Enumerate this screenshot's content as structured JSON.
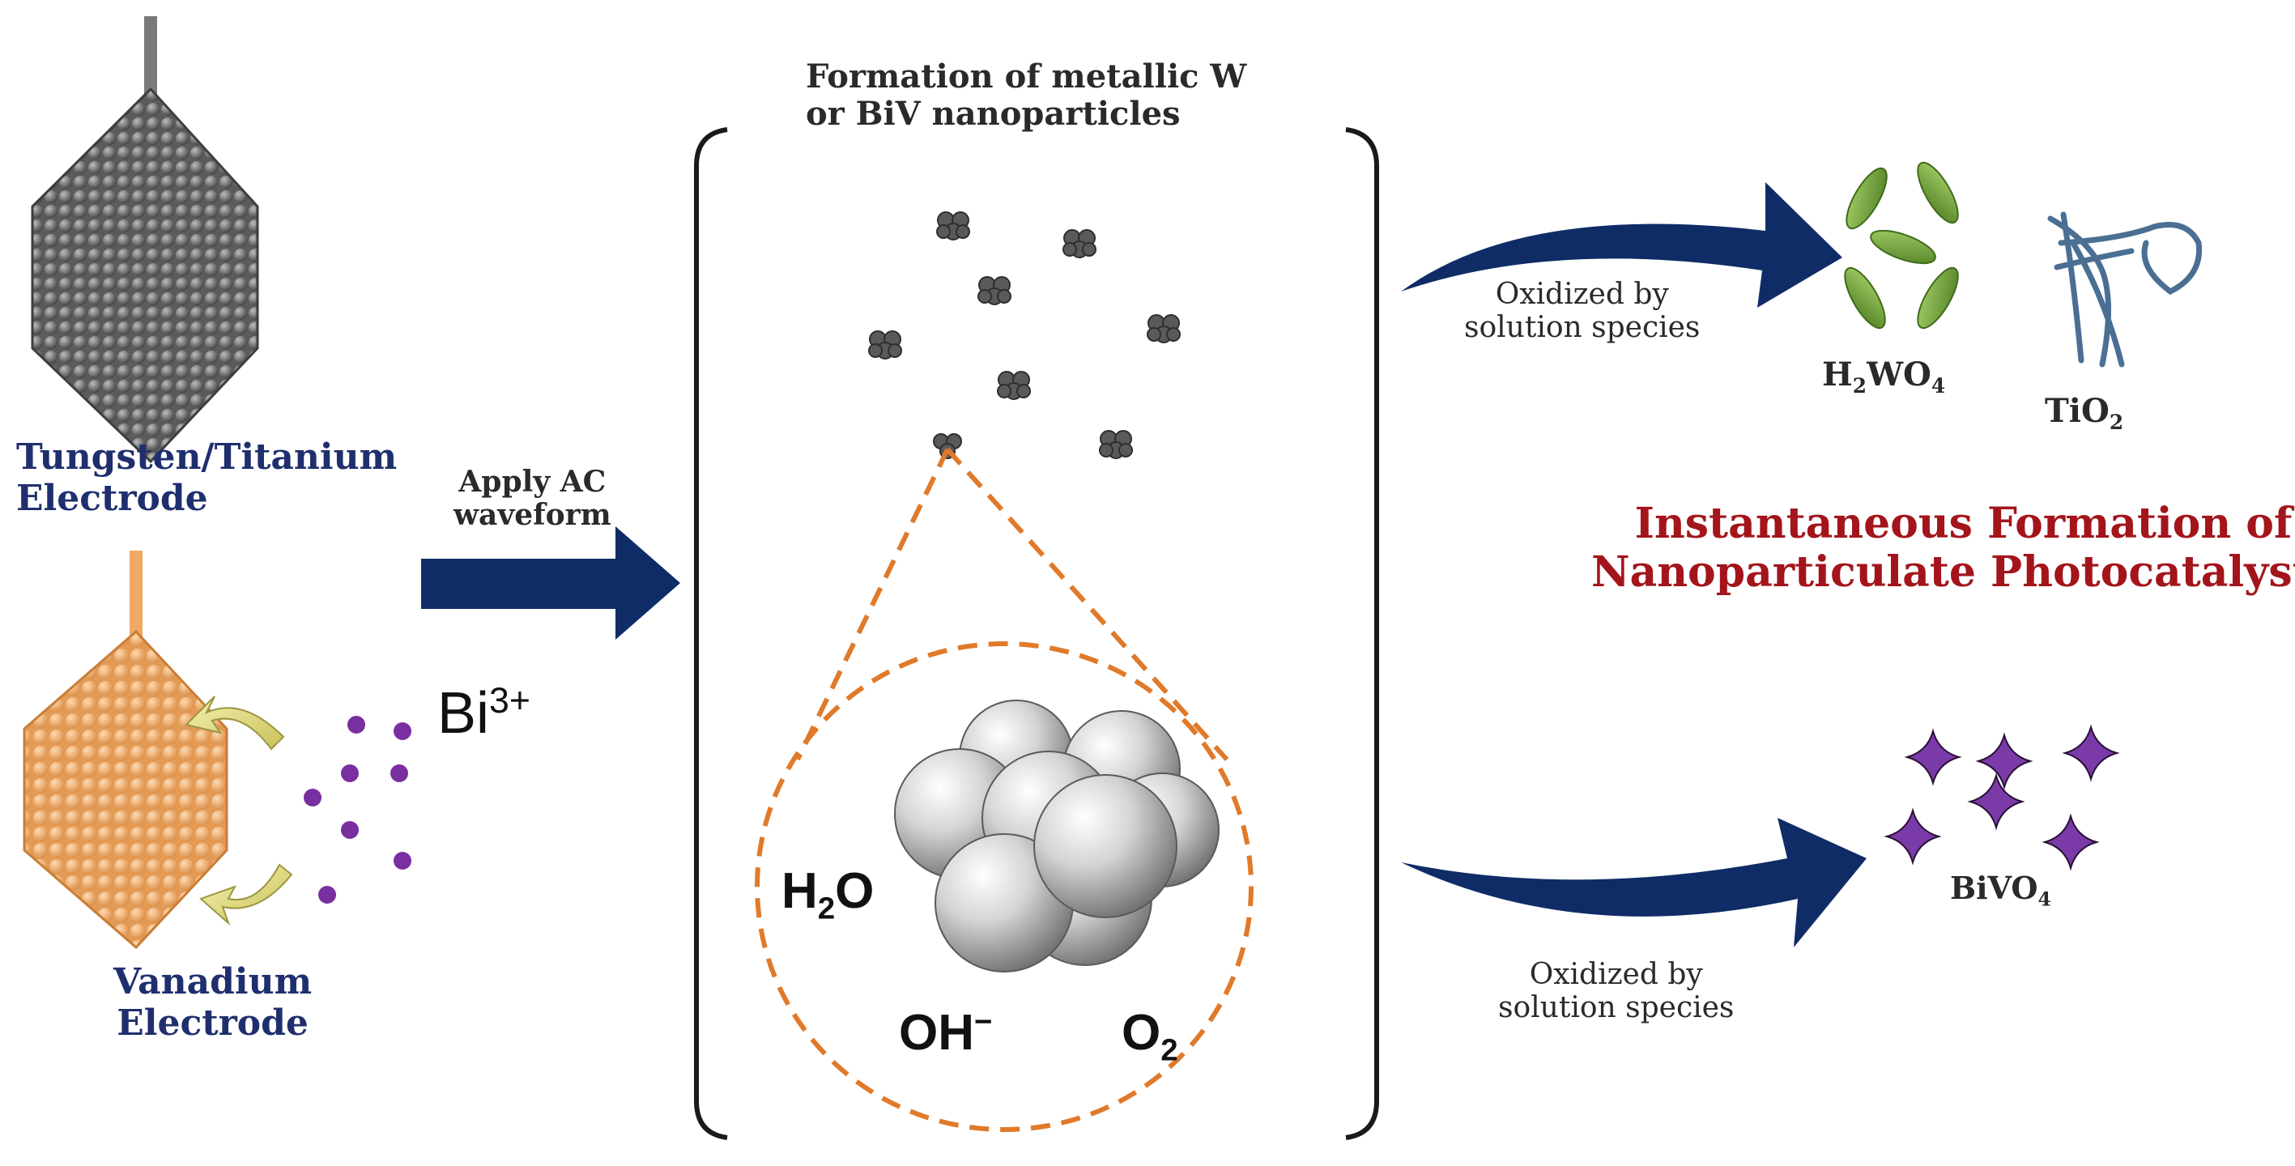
{
  "electrodes": {
    "tungsten_label_line1": "Tungsten/Titanium",
    "tungsten_label_line2": "Electrode",
    "vanadium_label_line1": "Vanadium",
    "vanadium_label_line2": "Electrode",
    "ion_base": "Bi",
    "ion_charge": "3+"
  },
  "process": {
    "apply_line1": "Apply AC",
    "apply_line2": "waveform",
    "formation_line1": "Formation of metallic W",
    "formation_line2": "or BiV nanoparticles"
  },
  "zoom": {
    "water_base": "H",
    "water_sub": "2",
    "water_end": "O",
    "hydroxide_base": "OH",
    "hydroxide_charge": "−",
    "oxygen_base": "O",
    "oxygen_sub": "2"
  },
  "products": {
    "oxidized_top_line1": "Oxidized by",
    "oxidized_top_line2": "solution species",
    "oxidized_bottom_line1": "Oxidized by",
    "oxidized_bottom_line2": "solution species",
    "h2wo4_a": "H",
    "h2wo4_sub1": "2",
    "h2wo4_b": "WO",
    "h2wo4_sub2": "4",
    "tio2_base": "TiO",
    "tio2_sub": "2",
    "bivo4_base": "BiVO",
    "bivo4_sub": "4"
  },
  "headline": {
    "line1": "Instantaneous Formation of",
    "line2": "Nanoparticulate Photocatalysts"
  },
  "colors": {
    "navy_arrow": "#0f2c66",
    "label_navy": "#1f2f6e",
    "headline_red": "#a3151b",
    "dashed_orange": "#e07a2a",
    "tungsten_gray": "#6e6e6e",
    "vanadium_orange": "#f0a865",
    "bismuth_purple": "#7a2fa0",
    "h2wo4_green": "#7db443",
    "tio2_blue": "#4a6f93",
    "bivo4_purple": "#7a3aa8"
  }
}
